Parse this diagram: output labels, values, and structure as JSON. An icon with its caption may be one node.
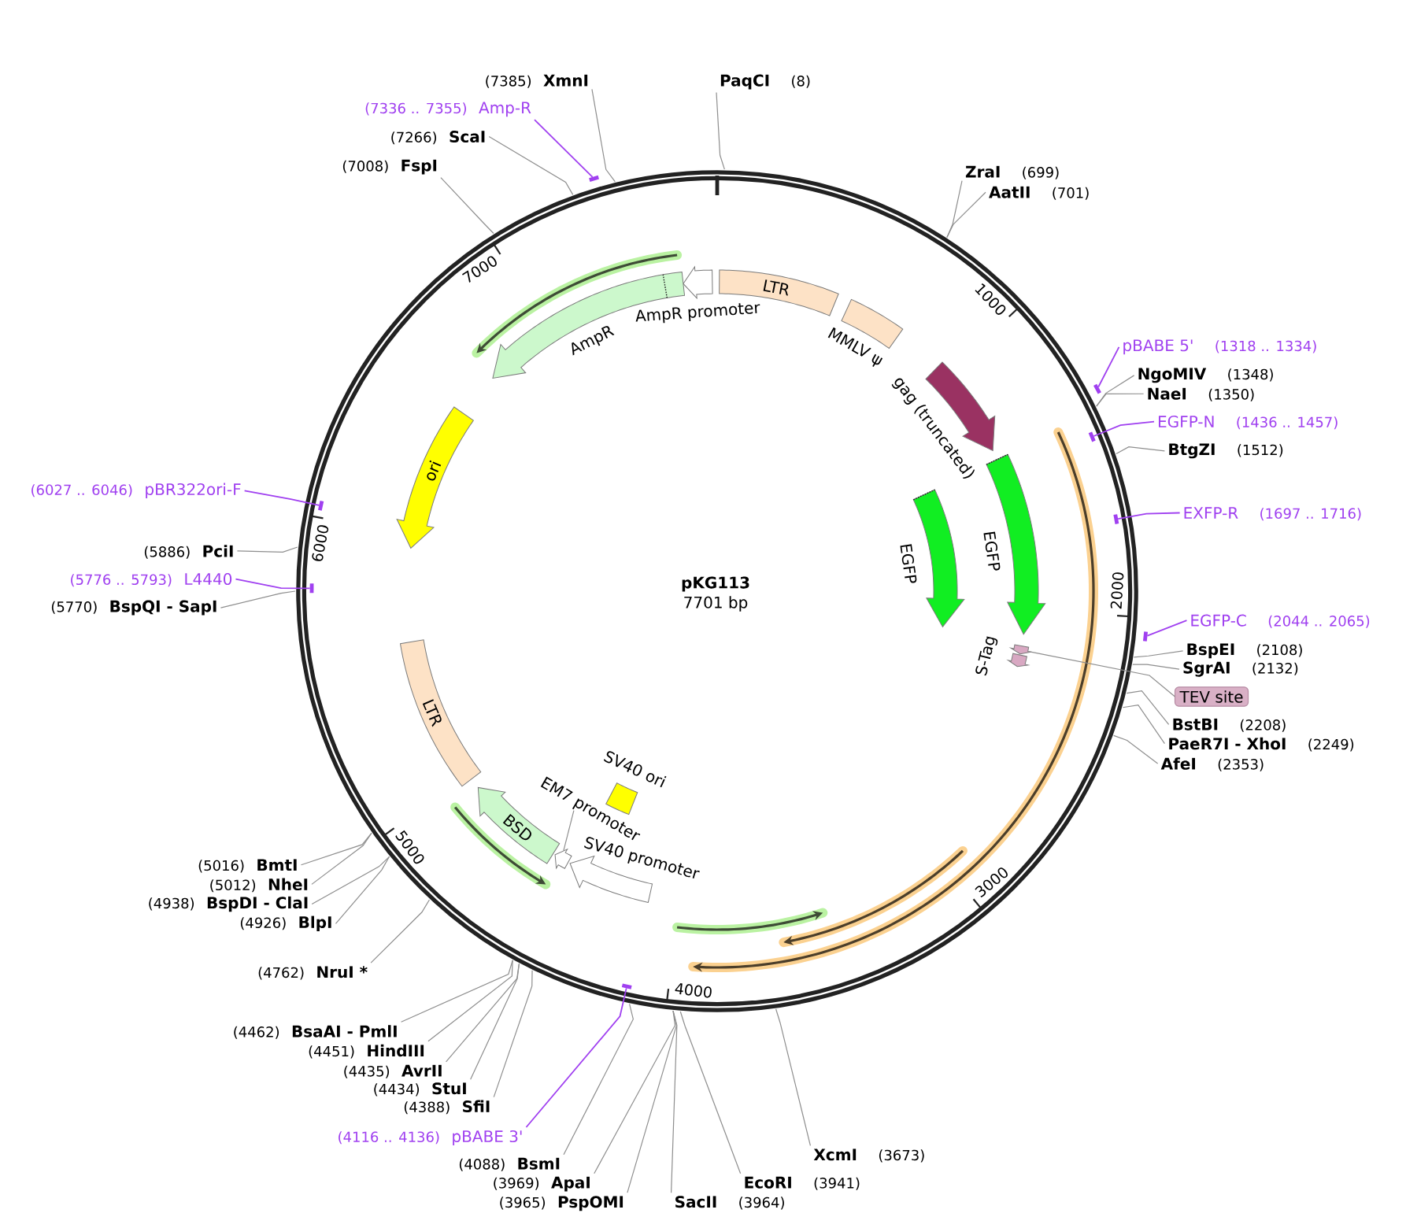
{
  "diagram": {
    "nodes": [
      {
        "text": [
          "pKG113",
          "7701 bp"
        ]
      },
      {
        "text": [
          "LTR"
        ],
        "in": 0
      },
      {
        "text": [
          "MMLV ψ"
        ],
        "in": 0
      },
      {
        "text": [
          "gag (truncated)"
        ],
        "in": 0
      },
      {
        "text": [
          "EGFP"
        ],
        "in": 0
      },
      {
        "text": [
          "EGFP"
        ],
        "in": 0
      },
      {
        "text": [
          "S-Tag"
        ],
        "in": 0
      },
      {
        "text": [],
        "shape": "arrow",
        "in": 0
      },
      {
        "text": [
          "AmpR promoter"
        ],
        "in": 0
      },
      {
        "text": [
          "AmpR"
        ],
        "in": 0
      },
      {
        "text": [
          "ori"
        ],
        "in": 0
      },
      {
        "text": [
          "LTR"
        ],
        "in": 0
      },
      {
        "text": [
          "BSD"
        ],
        "in": 0
      },
      {
        "text": [],
        "shape": "arrow",
        "in": 0
      },
      {
        "text": [
          "EM7 promoter"
        ],
        "in": 0
      },
      {
        "text": [
          "SV40 promoter"
        ],
        "in": 0
      },
      {
        "text": [
          "SV40 ori"
        ],
        "in": 0
      },
      {
        "text": [
          "PaqCI"
        ],
        "beside": [
          "(8)"
        ]
      },
      {
        "text": [
          "ZraI"
        ],
        "beside": [
          "(699)"
        ]
      },
      {
        "text": [
          "AatII"
        ],
        "beside": [
          "(701)"
        ]
      },
      {
        "text": [
          "pBABE 5'"
        ],
        "beside": [
          "(1318 .. 1334)"
        ]
      },
      {
        "text": [],
        "shape": "bar"
      },
      {
        "text": [
          "NgoMIV"
        ],
        "beside": [
          "(1348)"
        ]
      },
      {
        "text": [
          "NaeI"
        ],
        "beside": [
          "(1350)"
        ]
      },
      {
        "text": [
          "EGFP-N"
        ],
        "beside": [
          "(1436 .. 1457)"
        ]
      },
      {
        "text": [],
        "shape": "bar",
        "in": 0
      },
      {
        "text": [
          "BtgZI"
        ],
        "beside": [
          "(1512)"
        ]
      },
      {
        "text": [
          "EXFP-R"
        ],
        "beside": [
          "(1697 .. 1716)"
        ]
      },
      {
        "text": [],
        "shape": "bar",
        "in": 0
      },
      {
        "text": [
          "EGFP-C"
        ],
        "beside": [
          "(2044 .. 2065)"
        ]
      },
      {
        "text": [],
        "shape": "bar"
      },
      {
        "text": [
          "BspEI"
        ],
        "beside": [
          "(2108)"
        ]
      },
      {
        "text": [
          "SgrAI"
        ],
        "beside": [
          "(2132)"
        ]
      },
      {
        "text": [
          "TEV site"
        ]
      },
      {
        "text": [
          "BstBI"
        ],
        "beside": [
          "(2208)"
        ]
      },
      {
        "text": [
          "PaeR7I - XhoI"
        ],
        "beside": [
          "(2249)"
        ]
      },
      {
        "text": [
          "AfeI"
        ],
        "beside": [
          "(2353)"
        ]
      },
      {
        "text": [
          "XcmI"
        ],
        "beside": [
          "(3673)"
        ]
      },
      {
        "text": [
          "EcoRI"
        ],
        "beside": [
          "(3941)"
        ]
      },
      {
        "text": [
          "SacII"
        ],
        "beside": [
          "(3964)"
        ]
      },
      {
        "text": [
          "PspOMI"
        ],
        "beside": [
          "(3965)"
        ]
      },
      {
        "text": [
          "ApaI"
        ],
        "beside": [
          "(3969)"
        ]
      },
      {
        "text": [
          "BsmI"
        ],
        "beside": [
          "(4088)"
        ]
      },
      {
        "text": [
          "pBABE 3'"
        ],
        "beside": [
          "(4116 .. 4136)"
        ]
      },
      {
        "text": [],
        "shape": "bar",
        "in": 0
      },
      {
        "text": [
          "SfiI"
        ],
        "beside": [
          "(4388)"
        ]
      },
      {
        "text": [
          "StuI"
        ],
        "beside": [
          "(4434)"
        ]
      },
      {
        "text": [
          "AvrII"
        ],
        "beside": [
          "(4435)"
        ]
      },
      {
        "text": [
          "HindIII"
        ],
        "beside": [
          "(4451)"
        ]
      },
      {
        "text": [
          "BsaAI - PmlI"
        ],
        "beside": [
          "(4462)"
        ]
      },
      {
        "text": [
          "NruI *"
        ],
        "beside": [
          "(4762)"
        ]
      },
      {
        "text": [
          "BlpI"
        ],
        "beside": [
          "(4926)"
        ]
      },
      {
        "text": [
          "BspDI - ClaI"
        ],
        "beside": [
          "(4938)"
        ]
      },
      {
        "text": [
          "NheI"
        ],
        "beside": [
          "(5012)"
        ]
      },
      {
        "text": [
          "BmtI"
        ],
        "beside": [
          "(5016)"
        ]
      },
      {
        "text": [
          "BspQI - SapI"
        ],
        "beside": [
          "(5770)"
        ]
      },
      {
        "text": [
          "L4440"
        ],
        "beside": [
          "(5776 .. 5793)"
        ]
      },
      {
        "text": [],
        "shape": "bar",
        "in": 0
      },
      {
        "text": [
          "PciI"
        ],
        "beside": [
          "(5886)"
        ]
      },
      {
        "text": [
          "pBR322ori-F"
        ],
        "beside": [
          "(6027 .. 6046)"
        ]
      },
      {
        "text": [],
        "shape": "bar",
        "in": 0
      },
      {
        "text": [
          "FspI"
        ],
        "beside": [
          "(7008)"
        ]
      },
      {
        "text": [
          "ScaI"
        ],
        "beside": [
          "(7266)"
        ]
      },
      {
        "text": [
          "Amp-R"
        ],
        "beside": [
          "(7336 .. 7355)"
        ]
      },
      {
        "text": [],
        "shape": "bar"
      },
      {
        "text": [
          "XmnI"
        ],
        "beside": [
          "(7385)"
        ]
      }
    ],
    "edges": [
      {
        "from": 14,
        "to": 13,
        "arrow": "none"
      },
      {
        "from": 17,
        "to": 0,
        "arrow": "none"
      },
      {
        "from": 18,
        "to": 0,
        "arrow": "none"
      },
      {
        "from": 19,
        "to": 0,
        "arrow": "none"
      },
      {
        "from": 20,
        "to": 21,
        "arrow": "none",
        "color": "#a040f0"
      },
      {
        "from": 22,
        "to": 0,
        "arrow": "none"
      },
      {
        "from": 23,
        "to": 0,
        "arrow": "none"
      },
      {
        "from": 24,
        "to": 25,
        "arrow": "none",
        "color": "#a040f0"
      },
      {
        "from": 26,
        "to": 0,
        "arrow": "none"
      },
      {
        "from": 27,
        "to": 28,
        "arrow": "none",
        "color": "#a040f0"
      },
      {
        "from": 29,
        "to": 30,
        "arrow": "none",
        "color": "#a040f0"
      },
      {
        "from": 31,
        "to": 0,
        "arrow": "none"
      },
      {
        "from": 32,
        "to": 0,
        "arrow": "none"
      },
      {
        "from": 33,
        "to": 7,
        "arrow": "none"
      },
      {
        "from": 34,
        "to": 0,
        "arrow": "none"
      },
      {
        "from": 35,
        "to": 0,
        "arrow": "none"
      },
      {
        "from": 36,
        "to": 0,
        "arrow": "none"
      },
      {
        "from": 37,
        "to": 0,
        "arrow": "none"
      },
      {
        "from": 38,
        "to": 0,
        "arrow": "none"
      },
      {
        "from": 39,
        "to": 0,
        "arrow": "none"
      },
      {
        "from": 40,
        "to": 0,
        "arrow": "none"
      },
      {
        "from": 41,
        "to": 0,
        "arrow": "none"
      },
      {
        "from": 42,
        "to": 0,
        "arrow": "none"
      },
      {
        "from": 43,
        "to": 44,
        "arrow": "none",
        "color": "#a040f0"
      },
      {
        "from": 45,
        "to": 0,
        "arrow": "none"
      },
      {
        "from": 46,
        "to": 0,
        "arrow": "none"
      },
      {
        "from": 47,
        "to": 0,
        "arrow": "none"
      },
      {
        "from": 48,
        "to": 0,
        "arrow": "none"
      },
      {
        "from": 49,
        "to": 0,
        "arrow": "none"
      },
      {
        "from": 50,
        "to": 0,
        "arrow": "none"
      },
      {
        "from": 51,
        "to": 0,
        "arrow": "none"
      },
      {
        "from": 52,
        "to": 0,
        "arrow": "none"
      },
      {
        "from": 53,
        "to": 0,
        "arrow": "none"
      },
      {
        "from": 54,
        "to": 0,
        "arrow": "none"
      },
      {
        "from": 55,
        "to": 0,
        "arrow": "none"
      },
      {
        "from": 56,
        "to": 57,
        "arrow": "none",
        "color": "#a040f0"
      },
      {
        "from": 58,
        "to": 0,
        "arrow": "none"
      },
      {
        "from": 59,
        "to": 60,
        "arrow": "none",
        "color": "#a040f0"
      },
      {
        "from": 61,
        "to": 0,
        "arrow": "none"
      },
      {
        "from": 62,
        "to": 0,
        "arrow": "none"
      },
      {
        "from": 63,
        "to": 64,
        "arrow": "none",
        "color": "#a040f0"
      },
      {
        "from": 65,
        "to": 0,
        "arrow": "none"
      }
    ],
    "labels": [
      "1000",
      "2000",
      "3000",
      "4000",
      "5000",
      "6000",
      "7000"
    ]
  }
}
